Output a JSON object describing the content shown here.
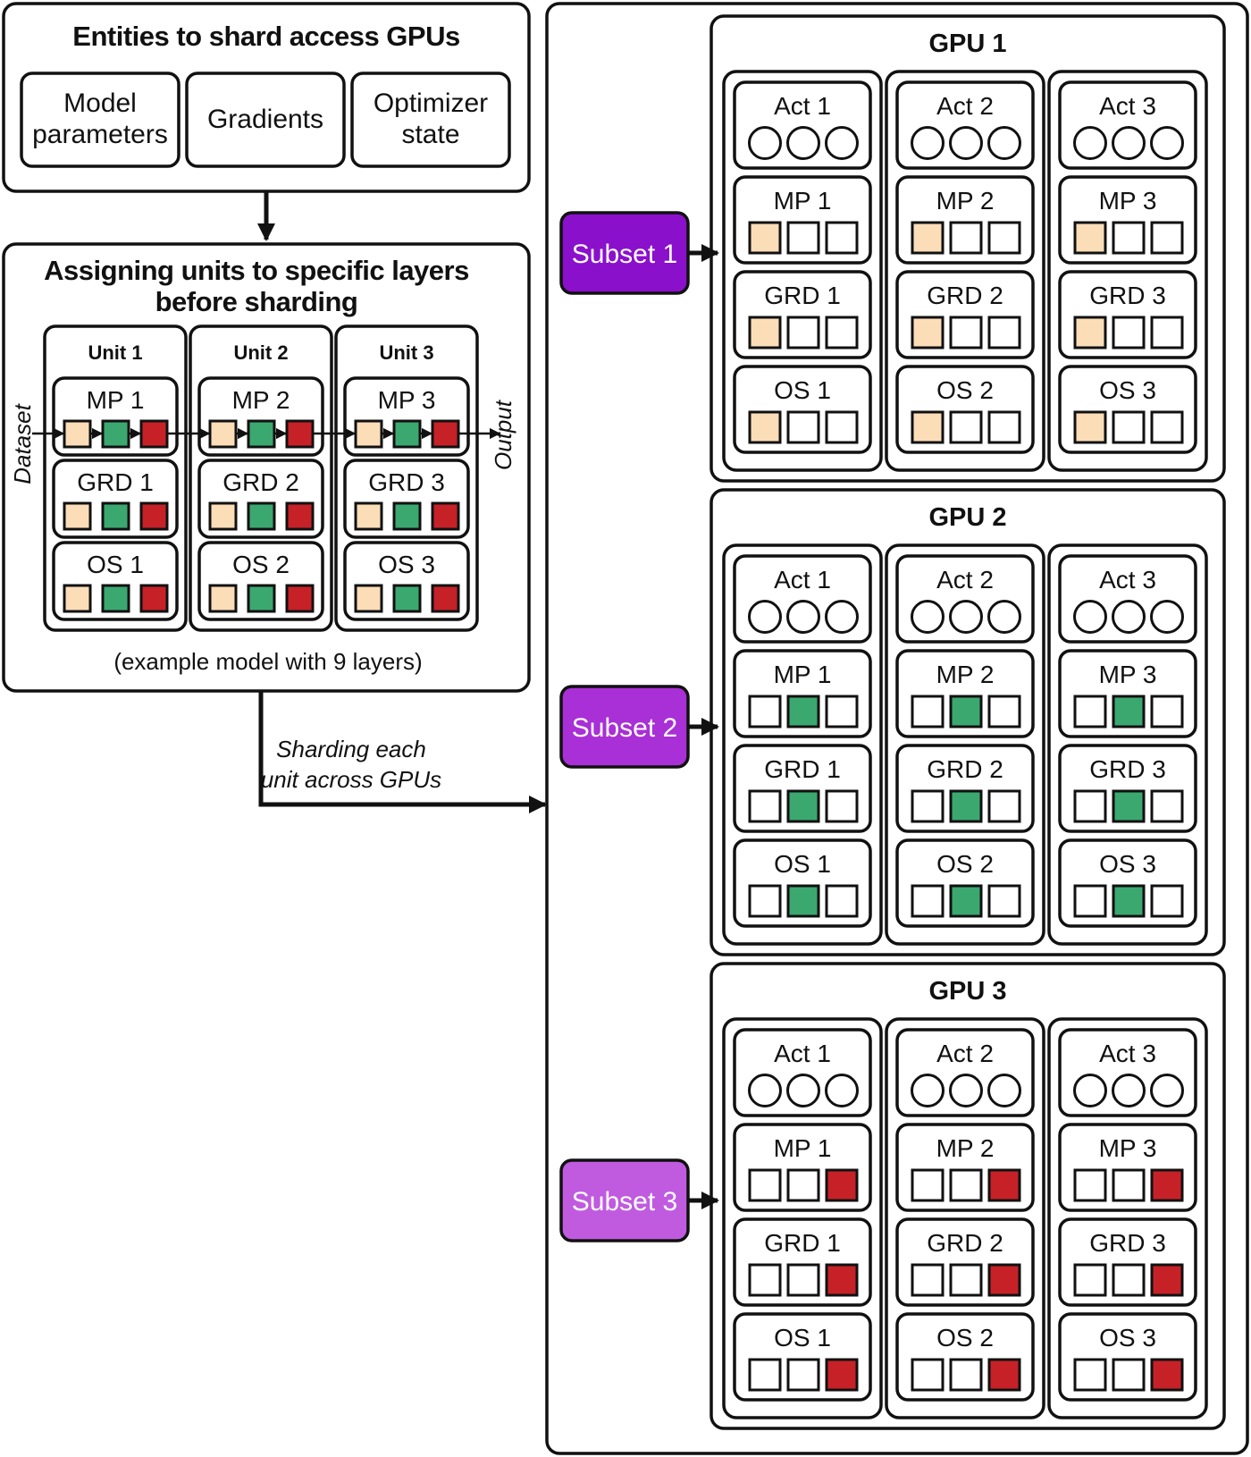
{
  "entities": {
    "title": "Entities to shard access GPUs",
    "items": [
      {
        "lines": [
          "Model",
          "parameters"
        ]
      },
      {
        "lines": [
          "Gradients"
        ]
      },
      {
        "lines": [
          "Optimizer",
          "state"
        ]
      }
    ]
  },
  "assign": {
    "title_lines": [
      "Assigning units to specific layers",
      "before sharding"
    ],
    "units": [
      "Unit 1",
      "Unit 2",
      "Unit 3"
    ],
    "rows": [
      [
        "MP 1",
        "MP 2",
        "MP 3"
      ],
      [
        "GRD 1",
        "GRD 2",
        "GRD 3"
      ],
      [
        "OS 1",
        "OS 2",
        "OS 3"
      ]
    ],
    "input_label": "Dataset",
    "output_label": "Output",
    "caption": "(example model with 9 layers)"
  },
  "sharding_label_lines": [
    "Sharding each",
    "unit across GPUs"
  ],
  "gpus": [
    {
      "name": "GPU 1",
      "subset": "Subset 1",
      "subset_color": "#8B10CC",
      "highlight_index": 0
    },
    {
      "name": "GPU 2",
      "subset": "Subset 2",
      "subset_color": "#A92FD6",
      "highlight_index": 1
    },
    {
      "name": "GPU 3",
      "subset": "Subset 3",
      "subset_color": "#C05BE0",
      "highlight_index": 2
    }
  ],
  "gpu_rows": [
    [
      "Act 1",
      "Act 2",
      "Act 3"
    ],
    [
      "MP 1",
      "MP 2",
      "MP 3"
    ],
    [
      "GRD 1",
      "GRD 2",
      "GRD 3"
    ],
    [
      "OS 1",
      "OS 2",
      "OS 3"
    ]
  ],
  "colors": {
    "peach": "#FBDDB7",
    "green": "#3BA870",
    "red": "#C62127",
    "stroke": "#111111"
  }
}
